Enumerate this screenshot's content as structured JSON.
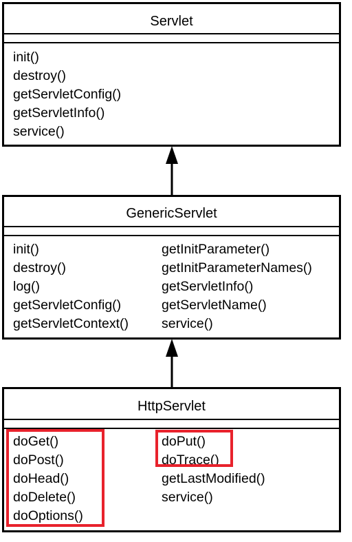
{
  "classes": {
    "servlet": {
      "name": "Servlet",
      "methods": [
        "init()",
        "destroy()",
        "getServletConfig()",
        "getServletInfo()",
        "service()"
      ]
    },
    "generic": {
      "name": "GenericServlet",
      "methods_left": [
        "init()",
        "destroy()",
        "log()",
        "getServletConfig()",
        "getServletContext()"
      ],
      "methods_right": [
        "getInitParameter()",
        "getInitParameterNames()",
        "getServletInfo()",
        "getServletName()",
        "service()"
      ]
    },
    "http": {
      "name": "HttpServlet",
      "methods_left": [
        "doGet()",
        "doPost()",
        "doHead()",
        "doDelete()",
        "doOptions()"
      ],
      "methods_right": [
        "doPut()",
        "doTrace()",
        "getLastModified()",
        "service()"
      ]
    }
  },
  "highlight_color": "#e8222c"
}
